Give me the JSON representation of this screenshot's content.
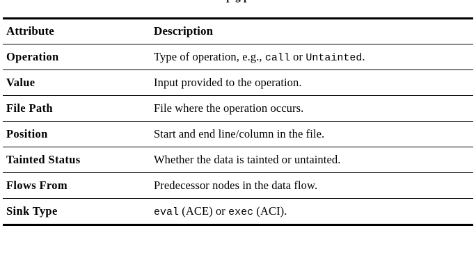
{
  "caption_remnant": "p                          g   p",
  "table": {
    "headers": {
      "attribute": "Attribute",
      "description": "Description"
    },
    "rows": [
      {
        "attribute": "Operation",
        "description_parts": [
          {
            "text": "Type of operation, e.g., ",
            "style": "serif"
          },
          {
            "text": "call",
            "style": "mono"
          },
          {
            "text": " or ",
            "style": "serif"
          },
          {
            "text": "Untainted",
            "style": "mono"
          },
          {
            "text": ".",
            "style": "serif"
          }
        ],
        "description_plain": "Type of operation, e.g., call or Untainted."
      },
      {
        "attribute": "Value",
        "description_parts": [
          {
            "text": "Input provided to the operation.",
            "style": "serif"
          }
        ],
        "description_plain": "Input provided to the operation."
      },
      {
        "attribute": "File Path",
        "description_parts": [
          {
            "text": "File where the operation occurs.",
            "style": "serif"
          }
        ],
        "description_plain": "File where the operation occurs."
      },
      {
        "attribute": "Position",
        "description_parts": [
          {
            "text": "Start and end line/column in the file.",
            "style": "serif"
          }
        ],
        "description_plain": "Start and end line/column in the file."
      },
      {
        "attribute": "Tainted Status",
        "description_parts": [
          {
            "text": "Whether the data is tainted or untainted.",
            "style": "serif"
          }
        ],
        "description_plain": "Whether the data is tainted or untainted."
      },
      {
        "attribute": "Flows From",
        "description_parts": [
          {
            "text": "Predecessor nodes in the data flow.",
            "style": "serif"
          }
        ],
        "description_plain": "Predecessor nodes in the data flow."
      },
      {
        "attribute": "Sink Type",
        "description_parts": [
          {
            "text": "eval",
            "style": "mono"
          },
          {
            "text": " (ACE) or ",
            "style": "serif"
          },
          {
            "text": "exec",
            "style": "mono"
          },
          {
            "text": " (ACI).",
            "style": "serif"
          }
        ],
        "description_plain": "eval (ACE) or exec (ACI)."
      }
    ]
  },
  "colors": {
    "text": "#000000",
    "background": "#ffffff",
    "rule": "#000000"
  }
}
